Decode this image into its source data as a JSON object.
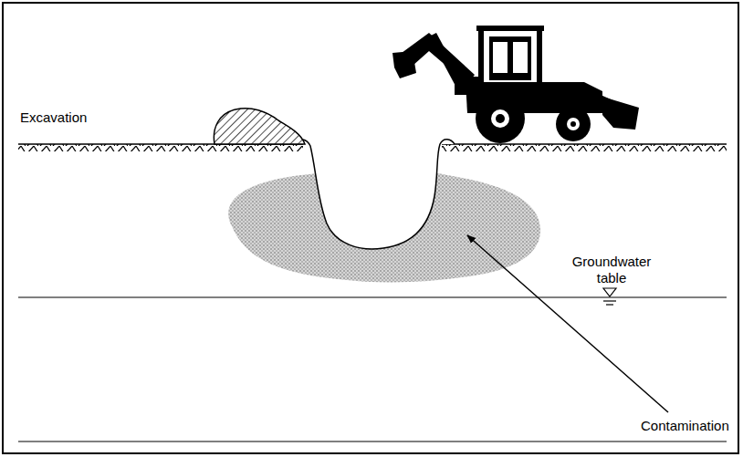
{
  "diagram": {
    "labels": [
      "Excavation",
      "Groundwater table",
      "Contamination"
    ]
  }
}
